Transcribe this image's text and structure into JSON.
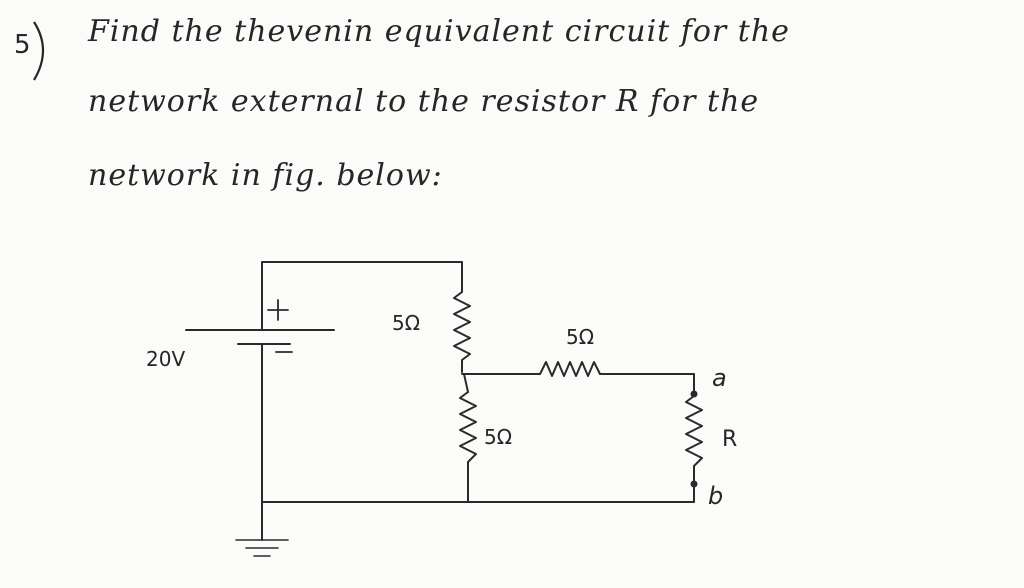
{
  "problem": {
    "number": "5",
    "line1": "Find the thevenin equivalent circuit for the",
    "line2": "network external to the resistor R for the",
    "line3": "network in fig. below:"
  },
  "circuit": {
    "source_label": "20V",
    "plus_label": "+",
    "minus_label": "−",
    "r1_label": "5Ω",
    "r2_label": "5Ω",
    "r3_label": "5Ω",
    "r_load_label": "R",
    "terminal_a": "a",
    "terminal_b": "b"
  }
}
